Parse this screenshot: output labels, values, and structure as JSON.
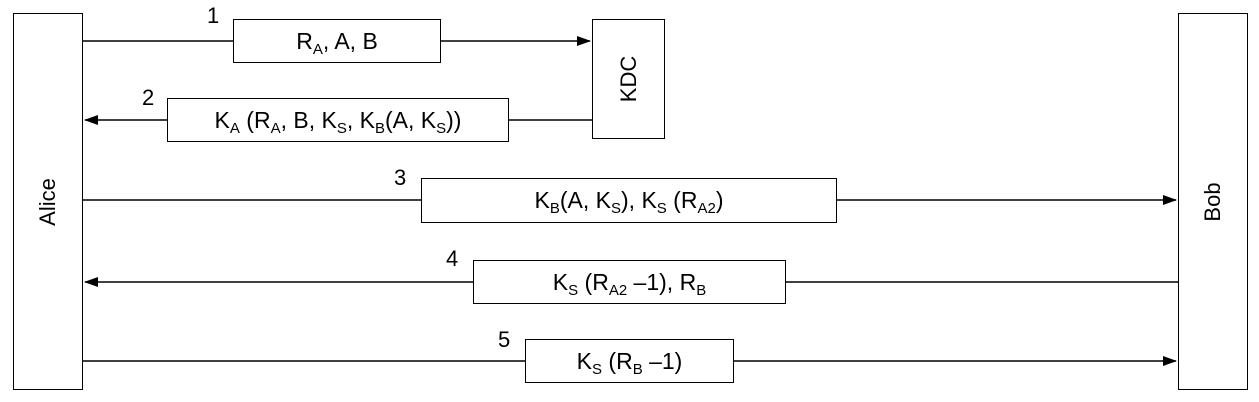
{
  "participants": {
    "alice": "Alice",
    "kdc": "KDC",
    "bob": "Bob"
  },
  "messages": [
    {
      "step": "1",
      "parts": [
        [
          "R",
          "A"
        ],
        [
          ", A, B",
          ""
        ]
      ]
    },
    {
      "step": "2",
      "parts": [
        [
          "K",
          "A"
        ],
        [
          " (R",
          "A"
        ],
        [
          ", B, K",
          "S"
        ],
        [
          ", K",
          "B"
        ],
        [
          "(A, K",
          "S"
        ],
        [
          "))",
          ""
        ]
      ]
    },
    {
      "step": "3",
      "parts": [
        [
          "K",
          "B"
        ],
        [
          "(A, K",
          "S"
        ],
        [
          "), K",
          "S"
        ],
        [
          " (R",
          "A2"
        ],
        [
          ")",
          ""
        ]
      ]
    },
    {
      "step": "4",
      "parts": [
        [
          "K",
          "S"
        ],
        [
          " (R",
          "A2"
        ],
        [
          " –1), R",
          "B"
        ]
      ]
    },
    {
      "step": "5",
      "parts": [
        [
          "K",
          "S"
        ],
        [
          " (R",
          "B"
        ],
        [
          " –1)",
          ""
        ]
      ]
    }
  ]
}
